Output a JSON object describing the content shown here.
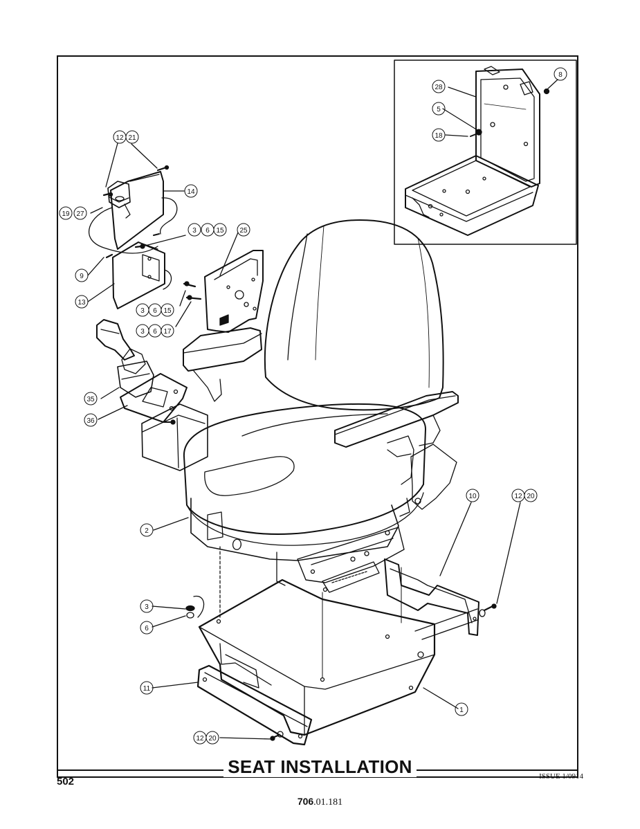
{
  "title": "SEAT INSTALLATION",
  "page_number": "502",
  "issue": "ISSUE 1/0914",
  "doc_number": {
    "bold": "706",
    "rest": ".01.181"
  },
  "callouts": {
    "c12a": "12",
    "c21a": "21",
    "c14": "14",
    "c19": "19",
    "c27": "27",
    "c3a": "3",
    "c6a": "6",
    "c15a": "15",
    "c25": "25",
    "c9": "9",
    "c13": "13",
    "c3b": "3",
    "c6b": "6",
    "c15b": "15",
    "c3c": "3",
    "c6c": "6",
    "c17": "17",
    "c35": "35",
    "c36": "36",
    "c28": "28",
    "c8": "8",
    "c5": "5",
    "c18": "18",
    "c2": "2",
    "c10": "10",
    "c12b": "12",
    "c20b": "20",
    "c3d": "3",
    "c6d": "6",
    "c11": "11",
    "c1": "1",
    "c12c": "12",
    "c20c": "20"
  }
}
